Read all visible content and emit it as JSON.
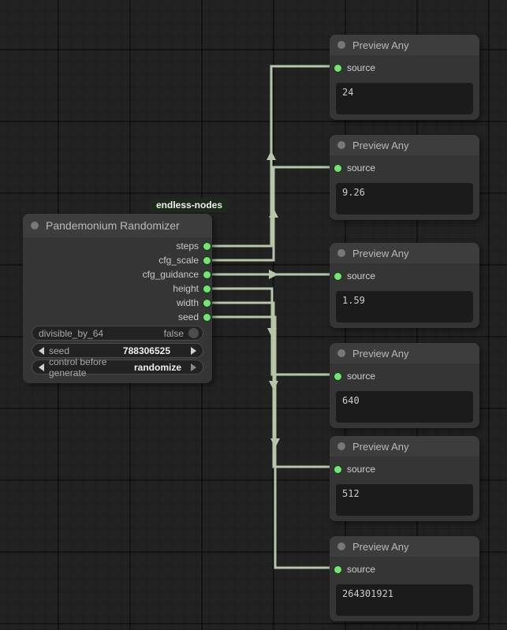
{
  "badge": {
    "label": "endless-nodes"
  },
  "main_node": {
    "title": "Pandemonium Randomizer",
    "outputs": [
      "steps",
      "cfg_scale",
      "cfg_guidance",
      "height",
      "width",
      "seed"
    ],
    "widgets": [
      {
        "type": "toggle",
        "label": "divisible_by_64",
        "value": "false"
      },
      {
        "type": "number",
        "label": "seed",
        "value": "788306525"
      },
      {
        "type": "combo",
        "label": "control before generate",
        "value": "randomize"
      }
    ]
  },
  "preview_nodes": [
    {
      "title": "Preview Any",
      "input": "source",
      "value": "24"
    },
    {
      "title": "Preview Any",
      "input": "source",
      "value": "9.26"
    },
    {
      "title": "Preview Any",
      "input": "source",
      "value": "1.59"
    },
    {
      "title": "Preview Any",
      "input": "source",
      "value": "640"
    },
    {
      "title": "Preview Any",
      "input": "source",
      "value": "512"
    },
    {
      "title": "Preview Any",
      "input": "source",
      "value": "264301921"
    }
  ],
  "colors": {
    "slot_green": "#74e574",
    "wire": "#b5c6a9",
    "badge_bg": "#1c2a19",
    "canvas_bg": "#222222",
    "node_bg": "#353535"
  }
}
